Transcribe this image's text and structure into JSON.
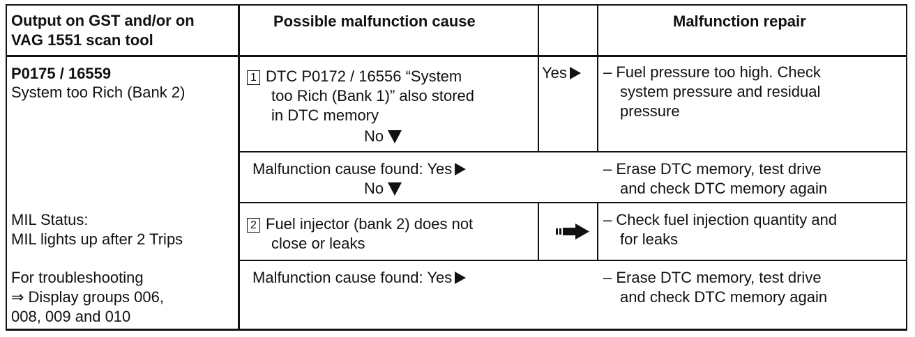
{
  "header": {
    "col1_line1": "Output on GST and/or on",
    "col1_line2": "VAG 1551 scan tool",
    "col2": "Possible malfunction cause",
    "col3": "Malfunction repair"
  },
  "left": {
    "code": "P0175 / 16559",
    "code_desc": "System too Rich (Bank 2)",
    "mil_label": "MIL Status:",
    "mil_value": "MIL lights up after 2 Trips",
    "trouble_line1": "For troubleshooting",
    "trouble_line2": "⇒ Display groups 006,",
    "trouble_line3": "008, 009 and 010"
  },
  "step1": {
    "number": "1",
    "line1": "DTC P0172 / 16556 “System",
    "line2": "too Rich (Bank 1)” also stored",
    "line3": "in DTC memory",
    "no": "No",
    "yes": "Yes",
    "repair_line1": "–  Fuel pressure too high.  Check",
    "repair_line2": "system pressure and residual",
    "repair_line3": "pressure"
  },
  "found1": {
    "text": "Malfunction cause found:  Yes",
    "no": "No",
    "repair_line1": "–  Erase DTC memory, test drive",
    "repair_line2": "and check DTC memory again"
  },
  "step2": {
    "number": "2",
    "line1": "Fuel injector (bank 2) does not",
    "line2": "close or leaks",
    "repair_line1": "–  Check fuel injection quantity and",
    "repair_line2": "for leaks"
  },
  "found2": {
    "text": "Malfunction cause found:  Yes",
    "repair_line1": "–  Erase DTC memory, test drive",
    "repair_line2": "and check DTC memory again"
  }
}
